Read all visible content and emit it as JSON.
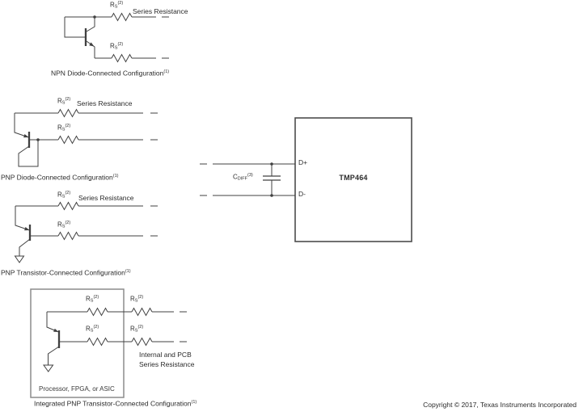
{
  "figure": {
    "colors": {
      "line": "#404040",
      "text": "#2b2b2b",
      "processor_box_border": "#8c8c8c",
      "chip_box_border": "#4d4d4d",
      "background": "#ffffff"
    },
    "resistor_label": {
      "base": "R",
      "sub": "S",
      "sup": "(2)"
    },
    "capacitor_label": {
      "base": "C",
      "sub": "DIFF",
      "sup": "(3)"
    },
    "footnote_marker": "(1)",
    "series_resistance": "Series Resistance",
    "internal_pcb": {
      "line1": "Internal and PCB",
      "line2": "Series Resistance"
    },
    "captions": {
      "npn_diode": "NPN Diode-Connected Configuration",
      "pnp_diode": "PNP Diode-Connected Configuration",
      "pnp_transistor": "PNP Transistor-Connected Configuration",
      "integrated_pnp": "Integrated PNP Transistor-Connected Configuration"
    },
    "processor_box_label": "Processor, FPGA, or ASIC",
    "chip": {
      "name": "TMP464",
      "pin_d_plus": "D+",
      "pin_d_minus": "D-"
    },
    "copyright": "Copyright © 2017, Texas Instruments Incorporated"
  }
}
